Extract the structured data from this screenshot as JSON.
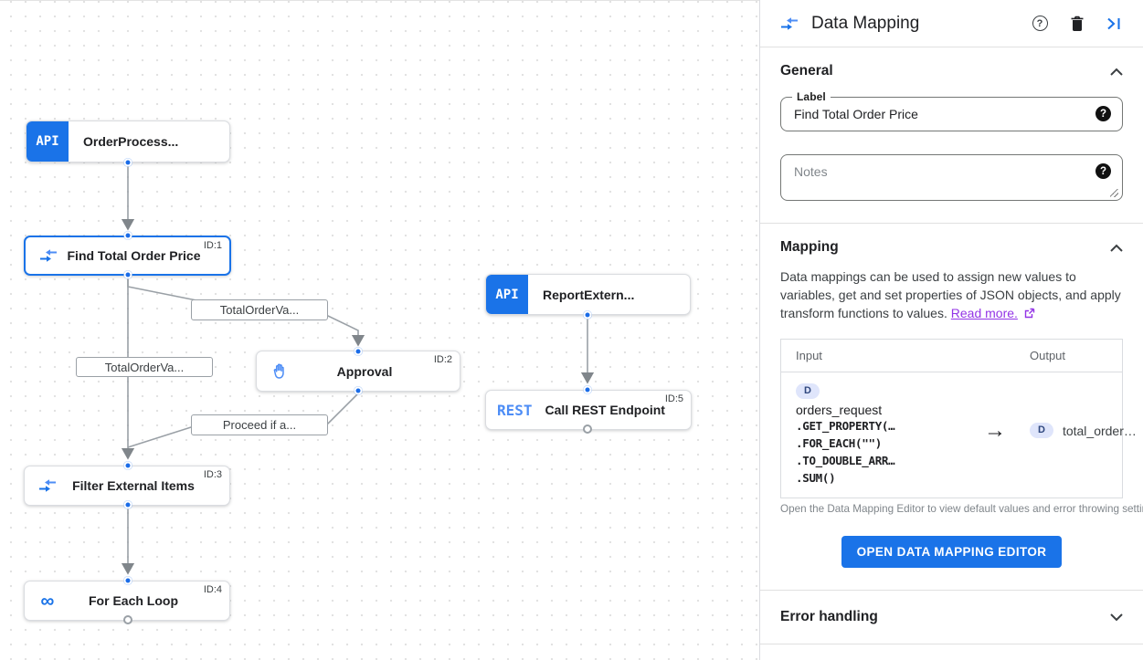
{
  "colors": {
    "accent_blue": "#1a73e8",
    "rest_blue": "#4d8df6",
    "link_purple": "#9334e6",
    "edge_gray": "#9aa0a6",
    "chip_bg": "#dfe5fb"
  },
  "canvas": {
    "nodes": [
      {
        "label": "OrderProcess...",
        "badge": "API"
      },
      {
        "label": "Find Total Order Price",
        "id": "ID:1",
        "icon": "data-mapping-icon"
      },
      {
        "label": "ReportExtern...",
        "badge": "API"
      },
      {
        "label": "Approval",
        "id": "ID:2",
        "icon": "hand-icon"
      },
      {
        "label": "Call REST Endpoint",
        "id": "ID:5",
        "badge": "REST"
      },
      {
        "label": "Filter External Items",
        "id": "ID:3",
        "icon": "data-mapping-icon"
      },
      {
        "label": "For Each Loop",
        "id": "ID:4",
        "icon": "infinity-icon",
        "infinity_glyph": "∞"
      }
    ],
    "edge_labels": [
      {
        "text": "TotalOrderVa..."
      },
      {
        "text": "TotalOrderVa..."
      },
      {
        "text": "Proceed if a..."
      }
    ]
  },
  "panel": {
    "title": "Data Mapping",
    "general": {
      "heading": "General",
      "label_field": {
        "label": "Label",
        "value": "Find Total Order Price",
        "help": "?"
      },
      "notes_field": {
        "placeholder": "Notes",
        "help": "?"
      }
    },
    "mapping": {
      "heading": "Mapping",
      "description": "Data mappings can be used to assign new values to variables, get and set properties of JSON objects, and apply transform functions to values.",
      "read_more": "Read more.",
      "table": {
        "headers": {
          "input": "Input",
          "output": "Output"
        },
        "input": {
          "badge": "D",
          "variable": "orders_request",
          "fn1": ".GET_PROPERTY(…",
          "fn2": ".FOR_EACH(\"\")",
          "fn3": ".TO_DOUBLE_ARR…",
          "fn4": ".SUM()"
        },
        "arrow": "→",
        "output": {
          "badge": "D",
          "variable": "total_order…"
        }
      },
      "hint": "Open the Data Mapping Editor to view default values and error throwing settings.",
      "button": "OPEN DATA MAPPING EDITOR"
    },
    "error_handling": {
      "heading": "Error handling"
    },
    "header_help": "?"
  }
}
